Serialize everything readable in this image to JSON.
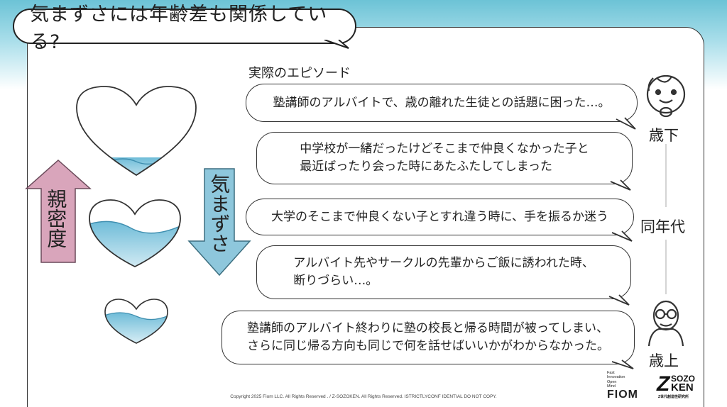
{
  "title": "気まずさには年齢差も関係している?",
  "episode_label": "実際のエピソード",
  "episodes": [
    {
      "lines": [
        "塾講師のアルバイトで、歳の離れた生徒との話題に困った…。"
      ]
    },
    {
      "lines": [
        "中学校が一緒だったけどそこまで仲良くなかった子と",
        "最近ばったり会った時にあたふたしてしまった"
      ]
    },
    {
      "lines": [
        "大学のそこまで仲良くない子とすれ違う時に、手を振るか迷う"
      ]
    },
    {
      "lines": [
        "アルバイト先やサークルの先輩からご飯に誘われた時、",
        "断りづらい…。"
      ]
    },
    {
      "lines": [
        "塾講師のアルバイト終わりに塾の校長と帰る時間が被ってしまい、",
        "さらに同じ帰る方向も同じで何を話せばいいかがわからなかった。"
      ]
    }
  ],
  "arrows": {
    "up_label": "親密度",
    "down_label": "気まずさ"
  },
  "hearts": {
    "fill_levels": [
      0.15,
      0.6,
      0.6
    ]
  },
  "age_labels": {
    "younger": "歳下",
    "same": "同年代",
    "older": "歳上"
  },
  "icons": [
    "baby-face-icon",
    "elder-face-icon"
  ],
  "colors": {
    "up_arrow": "#d9a5bb",
    "down_arrow": "#8ec7dc",
    "water": "#7fc4dd",
    "header_gradient": "#6cc3d6"
  },
  "footer": {
    "copyright": "Copyright 2025 Fiom LLC. All Rights Reserved . / Z-SOZOKEN. All Rights Reserved. ISTRICTLYCONF IDENTIAL DO NOT COPY.",
    "fiom_lines": [
      "Fast",
      "Innovation",
      "Open",
      "Mind"
    ],
    "fiom_logo": "FIOM",
    "z_logo": "Z",
    "sozo_logo": "SOZO",
    "ken_logo": "KEN",
    "z_sub": "Z世代創造性研究所"
  }
}
